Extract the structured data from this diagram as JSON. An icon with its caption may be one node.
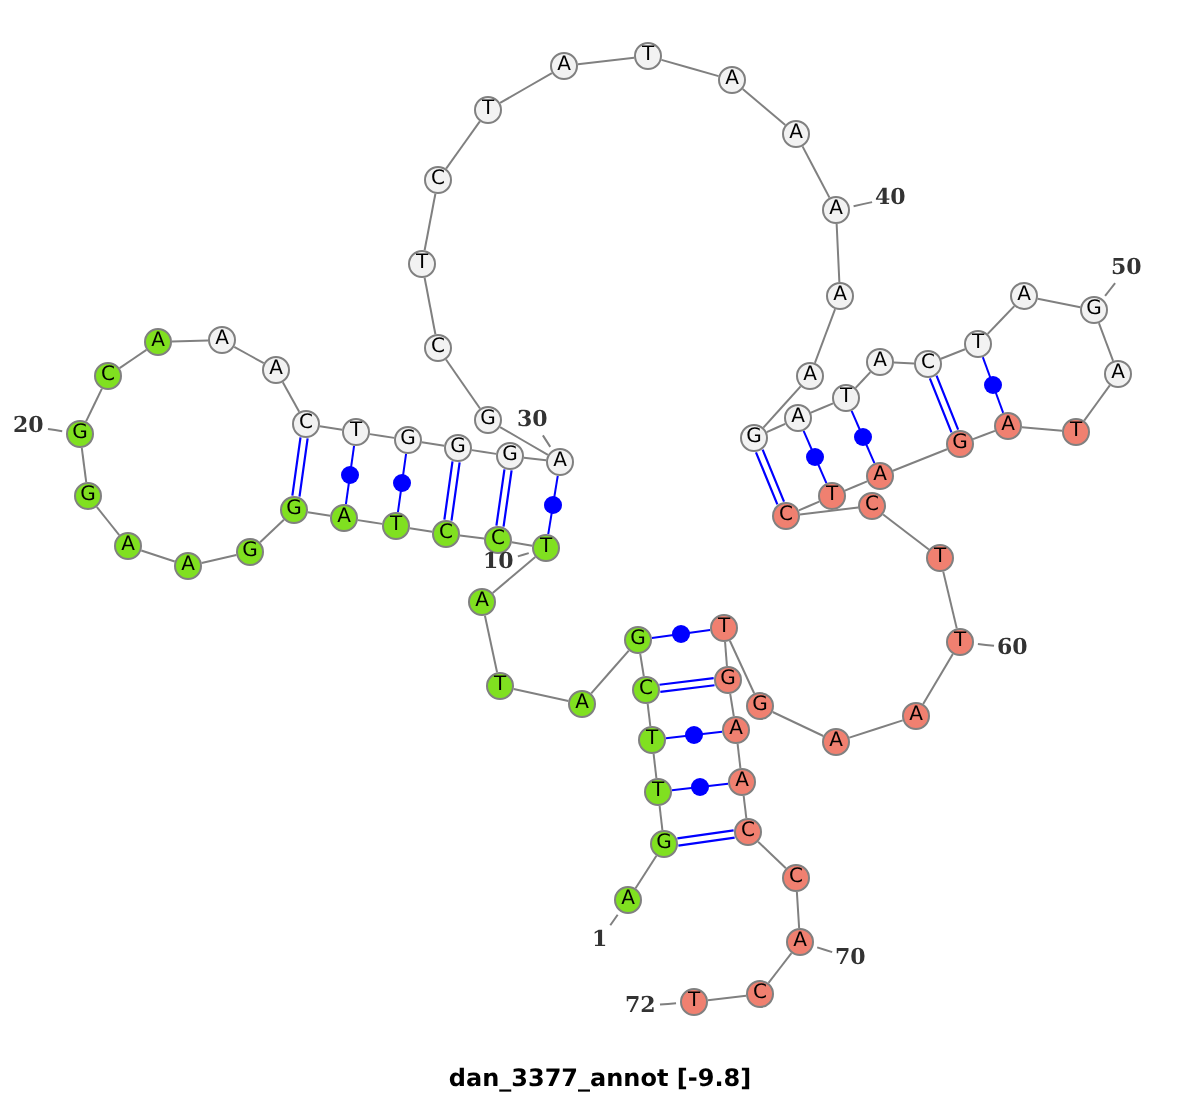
{
  "diagram": {
    "caption": "dan_3377_annot [-9.8]",
    "nodes": [
      {
        "text": [
          "A"
        ]
      },
      {
        "text": [
          "G"
        ]
      },
      {
        "text": [
          "T"
        ]
      },
      {
        "text": [
          "T"
        ]
      },
      {
        "text": [
          "C"
        ]
      },
      {
        "text": [
          "G"
        ]
      },
      {
        "text": [
          "A"
        ]
      },
      {
        "text": [
          "T"
        ]
      },
      {
        "text": [
          "A"
        ]
      },
      {
        "text": [
          "T"
        ]
      },
      {
        "text": [
          "C"
        ]
      },
      {
        "text": [
          "C"
        ]
      },
      {
        "text": [
          "T"
        ]
      },
      {
        "text": [
          "A"
        ]
      },
      {
        "text": [
          "G"
        ]
      },
      {
        "text": [
          "G"
        ]
      },
      {
        "text": [
          "A"
        ]
      },
      {
        "text": [
          "A"
        ]
      },
      {
        "text": [
          "G"
        ]
      },
      {
        "text": [
          "G"
        ]
      },
      {
        "text": [
          "C"
        ]
      },
      {
        "text": [
          "A"
        ]
      },
      {
        "text": [
          "A"
        ]
      },
      {
        "text": [
          "A"
        ]
      },
      {
        "text": [
          "C"
        ]
      },
      {
        "text": [
          "T"
        ]
      },
      {
        "text": [
          "G"
        ]
      },
      {
        "text": [
          "G"
        ]
      },
      {
        "text": [
          "G"
        ]
      },
      {
        "text": [
          "A"
        ]
      },
      {
        "text": [
          "G"
        ]
      },
      {
        "text": [
          "C"
        ]
      },
      {
        "text": [
          "T"
        ]
      },
      {
        "text": [
          "C"
        ]
      },
      {
        "text": [
          "T"
        ]
      },
      {
        "text": [
          "A"
        ]
      },
      {
        "text": [
          "T"
        ]
      },
      {
        "text": [
          "A"
        ]
      },
      {
        "text": [
          "A"
        ]
      },
      {
        "text": [
          "A"
        ]
      },
      {
        "text": [
          "A"
        ]
      },
      {
        "text": [
          "A"
        ]
      },
      {
        "text": [
          "G"
        ]
      },
      {
        "text": [
          "A"
        ]
      },
      {
        "text": [
          "T"
        ]
      },
      {
        "text": [
          "A"
        ]
      },
      {
        "text": [
          "C"
        ]
      },
      {
        "text": [
          "T"
        ]
      },
      {
        "text": [
          "A"
        ]
      },
      {
        "text": [
          "G"
        ]
      },
      {
        "text": [
          "A"
        ]
      },
      {
        "text": [
          "T"
        ]
      },
      {
        "text": [
          "A"
        ]
      },
      {
        "text": [
          "G"
        ]
      },
      {
        "text": [
          "A"
        ]
      },
      {
        "text": [
          "T"
        ]
      },
      {
        "text": [
          "C"
        ]
      },
      {
        "text": [
          "C"
        ]
      },
      {
        "text": [
          "T"
        ]
      },
      {
        "text": [
          "T"
        ]
      },
      {
        "text": [
          "A"
        ]
      },
      {
        "text": [
          "A"
        ]
      },
      {
        "text": [
          "G"
        ]
      },
      {
        "text": [
          "T"
        ]
      },
      {
        "text": [
          "G"
        ]
      },
      {
        "text": [
          "A"
        ]
      },
      {
        "text": [
          "A"
        ]
      },
      {
        "text": [
          "C"
        ]
      },
      {
        "text": [
          "C"
        ]
      },
      {
        "text": [
          "A"
        ]
      },
      {
        "text": [
          "C"
        ]
      },
      {
        "text": [
          "T"
        ]
      },
      {
        "text": [
          "1"
        ]
      },
      {
        "text": [
          "10"
        ]
      },
      {
        "text": [
          "20"
        ]
      },
      {
        "text": [
          "30"
        ]
      },
      {
        "text": [
          "40"
        ]
      },
      {
        "text": [
          "50"
        ]
      },
      {
        "text": [
          "60"
        ]
      },
      {
        "text": [
          "70"
        ]
      },
      {
        "text": [
          "72"
        ]
      }
    ],
    "edges": [
      {
        "from": 0,
        "to": 1,
        "arrow": "none"
      },
      {
        "from": 1,
        "to": 2,
        "arrow": "none"
      },
      {
        "from": 2,
        "to": 3,
        "arrow": "none"
      },
      {
        "from": 3,
        "to": 4,
        "arrow": "none"
      },
      {
        "from": 4,
        "to": 5,
        "arrow": "none"
      },
      {
        "from": 5,
        "to": 6,
        "arrow": "none"
      },
      {
        "from": 6,
        "to": 7,
        "arrow": "none"
      },
      {
        "from": 7,
        "to": 8,
        "arrow": "none"
      },
      {
        "from": 8,
        "to": 9,
        "arrow": "none"
      },
      {
        "from": 9,
        "to": 10,
        "arrow": "none"
      },
      {
        "from": 10,
        "to": 11,
        "arrow": "none"
      },
      {
        "from": 11,
        "to": 12,
        "arrow": "none"
      },
      {
        "from": 12,
        "to": 13,
        "arrow": "none"
      },
      {
        "from": 13,
        "to": 14,
        "arrow": "none"
      },
      {
        "from": 14,
        "to": 15,
        "arrow": "none"
      },
      {
        "from": 15,
        "to": 16,
        "arrow": "none"
      },
      {
        "from": 16,
        "to": 17,
        "arrow": "none"
      },
      {
        "from": 17,
        "to": 18,
        "arrow": "none"
      },
      {
        "from": 18,
        "to": 19,
        "arrow": "none"
      },
      {
        "from": 19,
        "to": 20,
        "arrow": "none"
      },
      {
        "from": 20,
        "to": 21,
        "arrow": "none"
      },
      {
        "from": 21,
        "to": 22,
        "arrow": "none"
      },
      {
        "from": 22,
        "to": 23,
        "arrow": "none"
      },
      {
        "from": 23,
        "to": 24,
        "arrow": "none"
      },
      {
        "from": 24,
        "to": 25,
        "arrow": "none"
      },
      {
        "from": 25,
        "to": 26,
        "arrow": "none"
      },
      {
        "from": 26,
        "to": 27,
        "arrow": "none"
      },
      {
        "from": 27,
        "to": 28,
        "arrow": "none"
      },
      {
        "from": 28,
        "to": 29,
        "arrow": "none"
      },
      {
        "from": 29,
        "to": 30,
        "arrow": "none"
      },
      {
        "from": 30,
        "to": 31,
        "arrow": "none"
      },
      {
        "from": 31,
        "to": 32,
        "arrow": "none"
      },
      {
        "from": 32,
        "to": 33,
        "arrow": "none"
      },
      {
        "from": 33,
        "to": 34,
        "arrow": "none"
      },
      {
        "from": 34,
        "to": 35,
        "arrow": "none"
      },
      {
        "from": 35,
        "to": 36,
        "arrow": "none"
      },
      {
        "from": 36,
        "to": 37,
        "arrow": "none"
      },
      {
        "from": 37,
        "to": 38,
        "arrow": "none"
      },
      {
        "from": 38,
        "to": 39,
        "arrow": "none"
      },
      {
        "from": 39,
        "to": 40,
        "arrow": "none"
      },
      {
        "from": 40,
        "to": 41,
        "arrow": "none"
      },
      {
        "from": 41,
        "to": 42,
        "arrow": "none"
      },
      {
        "from": 42,
        "to": 43,
        "arrow": "none"
      },
      {
        "from": 43,
        "to": 44,
        "arrow": "none"
      },
      {
        "from": 44,
        "to": 45,
        "arrow": "none"
      },
      {
        "from": 45,
        "to": 46,
        "arrow": "none"
      },
      {
        "from": 46,
        "to": 47,
        "arrow": "none"
      },
      {
        "from": 47,
        "to": 48,
        "arrow": "none"
      },
      {
        "from": 48,
        "to": 49,
        "arrow": "none"
      },
      {
        "from": 49,
        "to": 50,
        "arrow": "none"
      },
      {
        "from": 50,
        "to": 51,
        "arrow": "none"
      },
      {
        "from": 51,
        "to": 52,
        "arrow": "none"
      },
      {
        "from": 52,
        "to": 53,
        "arrow": "none"
      },
      {
        "from": 53,
        "to": 54,
        "arrow": "none"
      },
      {
        "from": 54,
        "to": 55,
        "arrow": "none"
      },
      {
        "from": 55,
        "to": 56,
        "arrow": "none"
      },
      {
        "from": 56,
        "to": 57,
        "arrow": "none"
      },
      {
        "from": 57,
        "to": 58,
        "arrow": "none"
      },
      {
        "from": 58,
        "to": 59,
        "arrow": "none"
      },
      {
        "from": 59,
        "to": 60,
        "arrow": "none"
      },
      {
        "from": 60,
        "to": 61,
        "arrow": "none"
      },
      {
        "from": 61,
        "to": 62,
        "arrow": "none"
      },
      {
        "from": 62,
        "to": 63,
        "arrow": "none"
      },
      {
        "from": 63,
        "to": 64,
        "arrow": "none"
      },
      {
        "from": 64,
        "to": 65,
        "arrow": "none"
      },
      {
        "from": 65,
        "to": 66,
        "arrow": "none"
      },
      {
        "from": 66,
        "to": 67,
        "arrow": "none"
      },
      {
        "from": 67,
        "to": 68,
        "arrow": "none"
      },
      {
        "from": 68,
        "to": 69,
        "arrow": "none"
      },
      {
        "from": 69,
        "to": 70,
        "arrow": "none"
      },
      {
        "from": 70,
        "to": 71,
        "arrow": "none"
      },
      {
        "from": 1,
        "to": 67,
        "arrow": "none",
        "color": "#0000ff"
      },
      {
        "from": 2,
        "to": 66,
        "arrow": "none",
        "color": "#0000ff"
      },
      {
        "from": 3,
        "to": 65,
        "arrow": "none",
        "color": "#0000ff"
      },
      {
        "from": 4,
        "to": 64,
        "arrow": "none",
        "color": "#0000ff"
      },
      {
        "from": 5,
        "to": 63,
        "arrow": "none",
        "color": "#0000ff"
      },
      {
        "from": 9,
        "to": 29,
        "arrow": "none",
        "color": "#0000ff"
      },
      {
        "from": 10,
        "to": 28,
        "arrow": "none",
        "color": "#0000ff"
      },
      {
        "from": 11,
        "to": 27,
        "arrow": "none",
        "color": "#0000ff"
      },
      {
        "from": 12,
        "to": 26,
        "arrow": "none",
        "color": "#0000ff"
      },
      {
        "from": 13,
        "to": 25,
        "arrow": "none",
        "color": "#0000ff"
      },
      {
        "from": 14,
        "to": 24,
        "arrow": "none",
        "color": "#0000ff"
      },
      {
        "from": 42,
        "to": 56,
        "arrow": "none",
        "color": "#0000ff"
      },
      {
        "from": 43,
        "to": 55,
        "arrow": "none",
        "color": "#0000ff"
      },
      {
        "from": 44,
        "to": 54,
        "arrow": "none",
        "color": "#0000ff"
      },
      {
        "from": 46,
        "to": 53,
        "arrow": "none",
        "color": "#0000ff"
      },
      {
        "from": 47,
        "to": 52,
        "arrow": "none",
        "color": "#0000ff"
      },
      {
        "from": 72,
        "to": 0,
        "arrow": "none"
      },
      {
        "from": 73,
        "to": 9,
        "arrow": "none"
      },
      {
        "from": 74,
        "to": 19,
        "arrow": "none"
      },
      {
        "from": 75,
        "to": 29,
        "arrow": "none"
      },
      {
        "from": 76,
        "to": 39,
        "arrow": "none"
      },
      {
        "from": 77,
        "to": 49,
        "arrow": "none"
      },
      {
        "from": 78,
        "to": 59,
        "arrow": "none"
      },
      {
        "from": 79,
        "to": 69,
        "arrow": "none"
      },
      {
        "from": 80,
        "to": 71,
        "arrow": "none"
      }
    ]
  }
}
